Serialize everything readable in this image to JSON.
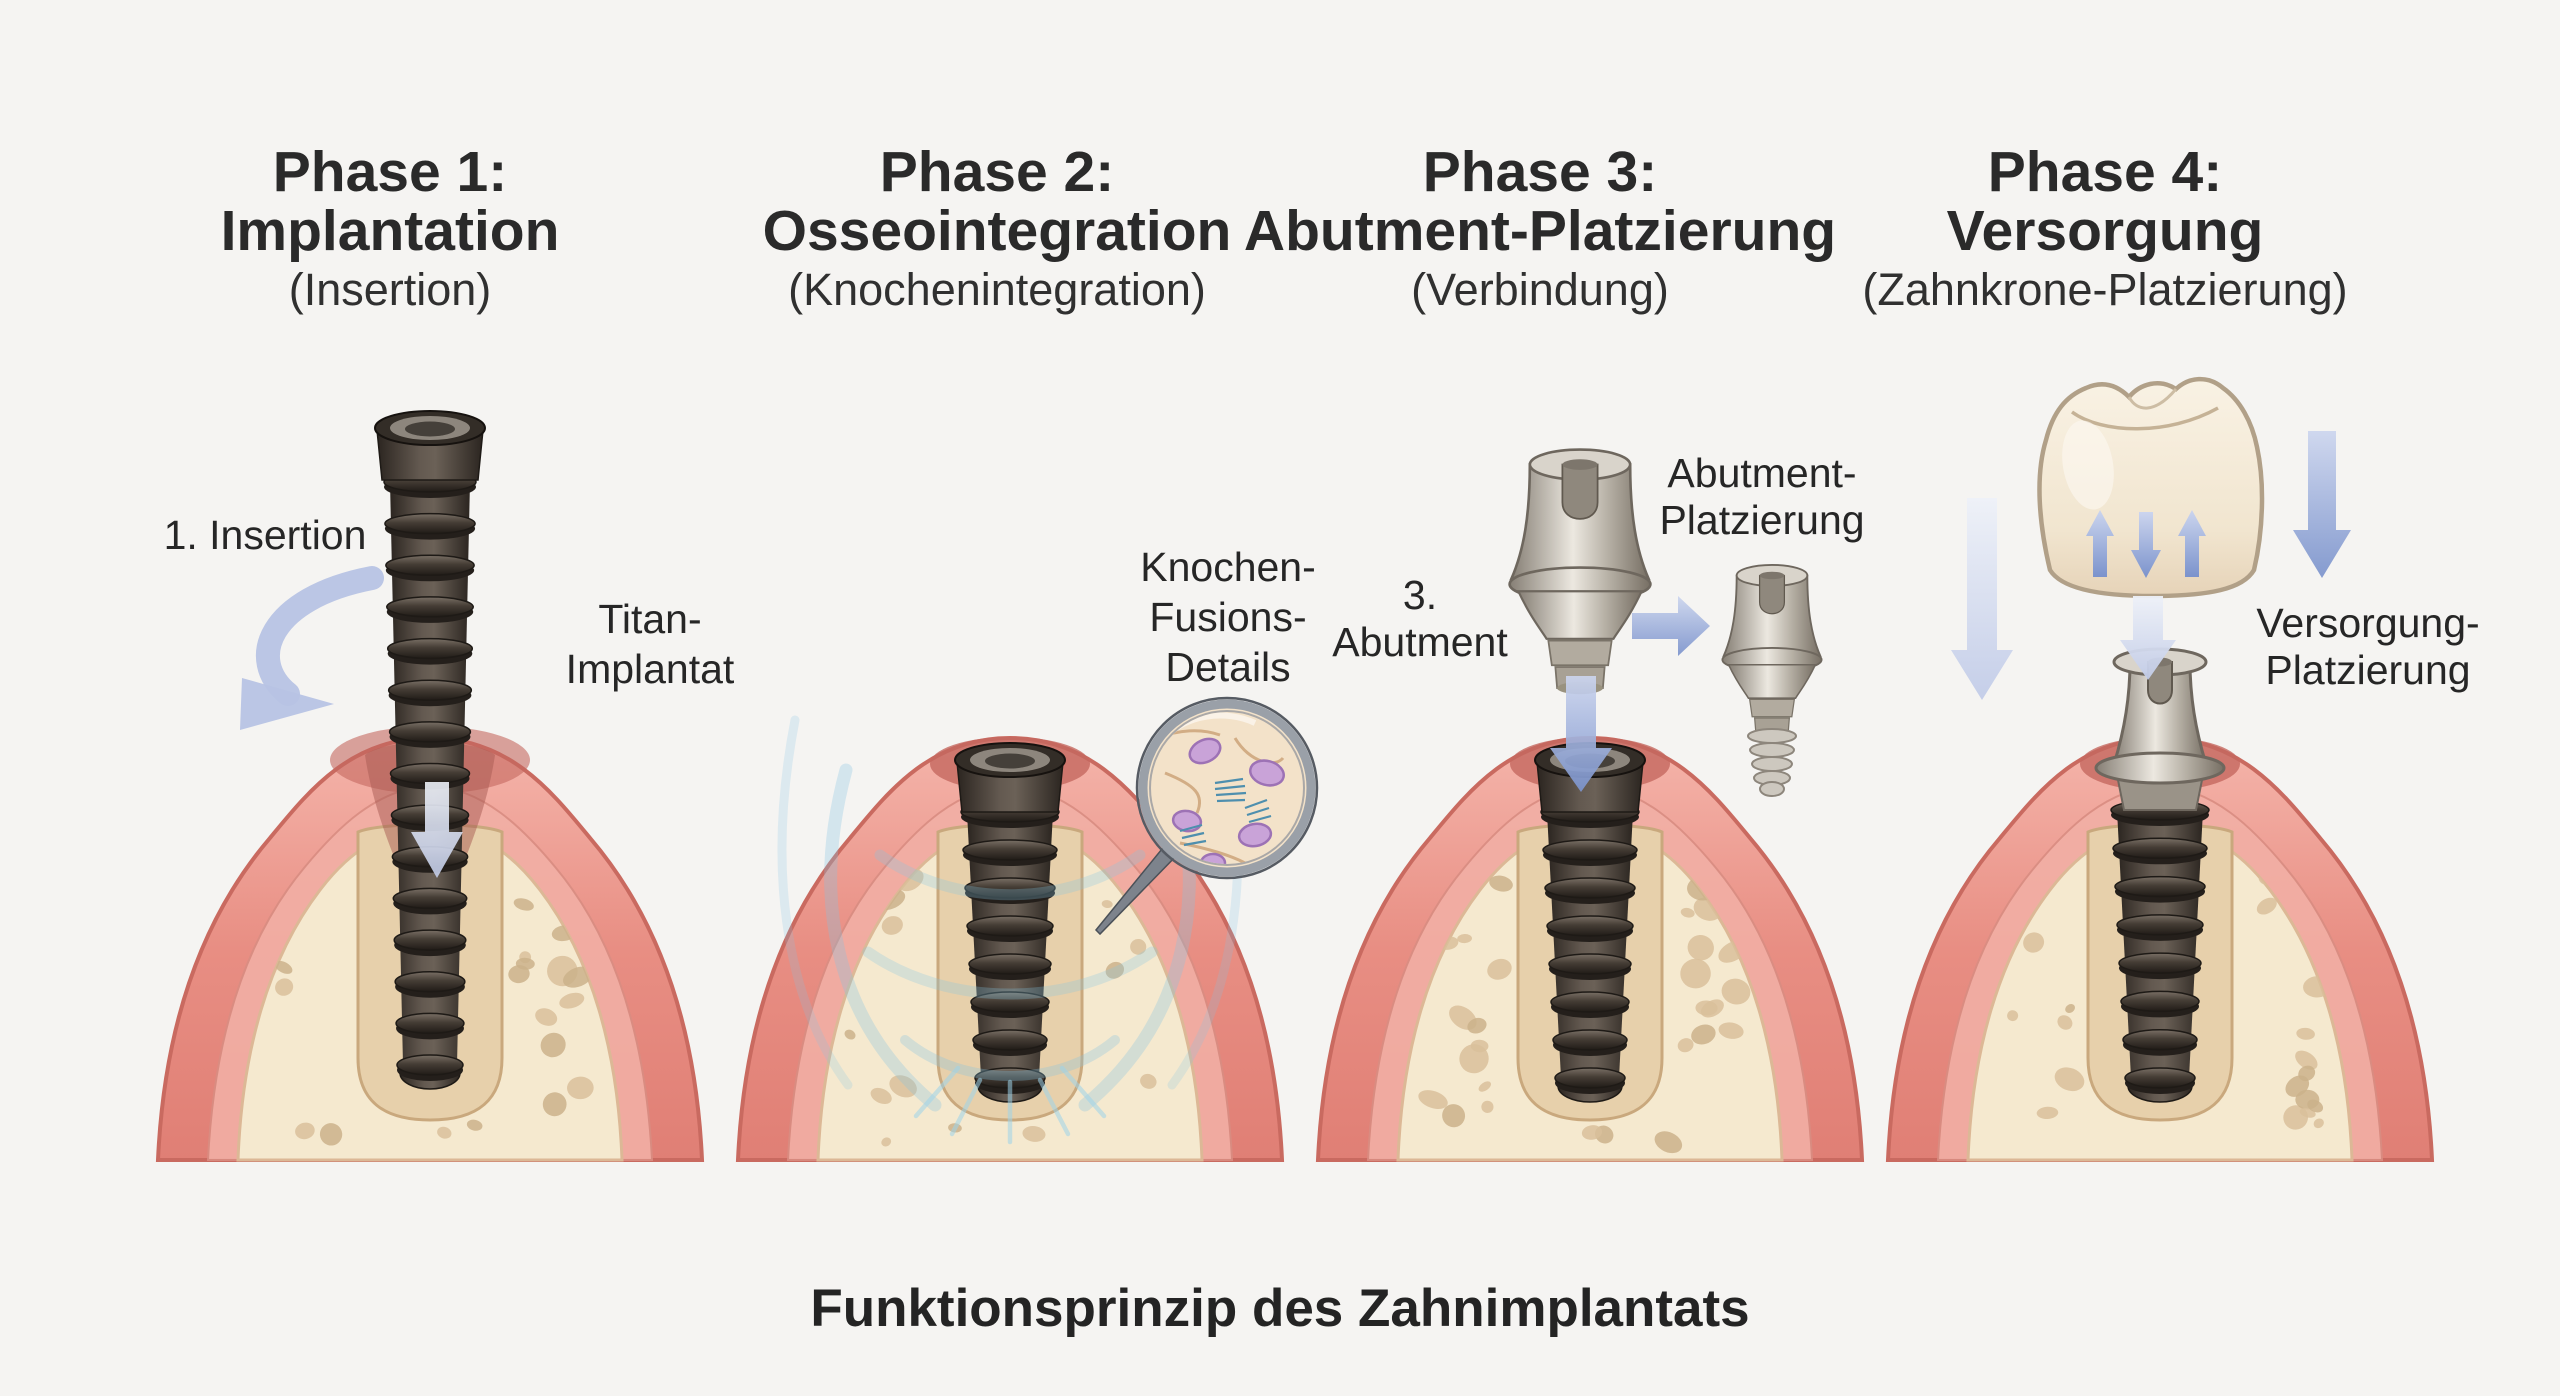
{
  "caption": "Funktionsprinzip des Zahnimplantats",
  "colors": {
    "background": "#f5f4f2",
    "text": "#262626",
    "gum": "#e78c81",
    "gum_light": "#f2afa5",
    "bone": "#f5e9cf",
    "bone_speckle": "#d9c09b",
    "implant_dark": "#3a332d",
    "metal": "#b5afa4",
    "crown": "#f6eedf",
    "arrow_blue": "#7e96cd",
    "glow_blue": "#86c5e2",
    "cell_purple": "#c9a3d8"
  },
  "phases": [
    {
      "title": "Phase 1:",
      "name": "Implantation",
      "subtitle": "(Insertion)",
      "labels": {
        "step": "1. Insertion",
        "implant_line1": "Titan-",
        "implant_line2": "Implantat"
      }
    },
    {
      "title": "Phase 2:",
      "name": "Osseointegration",
      "subtitle": "(Knochenintegration)",
      "labels": {
        "detail_line1": "Knochen-",
        "detail_line2": "Fusions-",
        "detail_line3": "Details"
      }
    },
    {
      "title": "Phase 3:",
      "name": "Abutment-Platzierung",
      "subtitle": "(Verbindung)",
      "labels": {
        "step_line1": "3.",
        "step_line2": "Abutment",
        "placement_line1": "Abutment-",
        "placement_line2": "Platzierung"
      }
    },
    {
      "title": "Phase 4:",
      "name": "Versorgung",
      "subtitle": "(Zahnkrone-Platzierung)",
      "labels": {
        "placement_line1": "Versorgung-",
        "placement_line2": "Platzierung"
      }
    }
  ]
}
